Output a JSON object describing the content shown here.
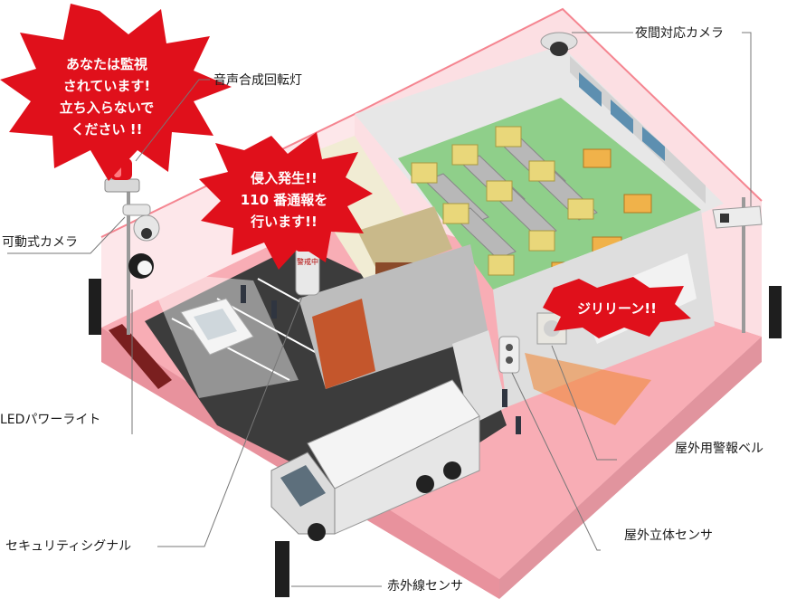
{
  "colors": {
    "zone": "#f26a78",
    "zone_light": "#fbd3d8",
    "alarm": "#e0101b",
    "floor": "#8fcf8a",
    "road": "#3c3c3c",
    "label_line": "#777777"
  },
  "bursts": {
    "warning": [
      "あなたは監視",
      "されています!",
      "立ち入らないで",
      "ください !!"
    ],
    "intrusion": [
      "侵入発生!!",
      "110 番通報を",
      "行います!!"
    ],
    "bell": "ジリリーン!!"
  },
  "labels": {
    "rotating_light": "音声合成回転灯",
    "night_camera": "夜間対応カメラ",
    "ptz_camera": "可動式カメラ",
    "led_light": "LEDパワーライト",
    "security_signal": "セキュリティシグナル",
    "infrared_sensor": "赤外線センサ",
    "outdoor_bell": "屋外用警報ベル",
    "outdoor_sensor": "屋外立体センサ"
  },
  "signal_text": "警戒中",
  "icons": {
    "rotating_light": "rotating-light-icon",
    "dome_camera": "dome-camera-icon",
    "ptz_camera": "ptz-camera-icon",
    "bullet_camera": "bullet-camera-icon",
    "led_light": "led-light-icon",
    "signal": "security-signal-icon",
    "bell": "alarm-bell-icon",
    "sensor": "3d-sensor-icon",
    "infrared": "infrared-sensor-icon"
  }
}
